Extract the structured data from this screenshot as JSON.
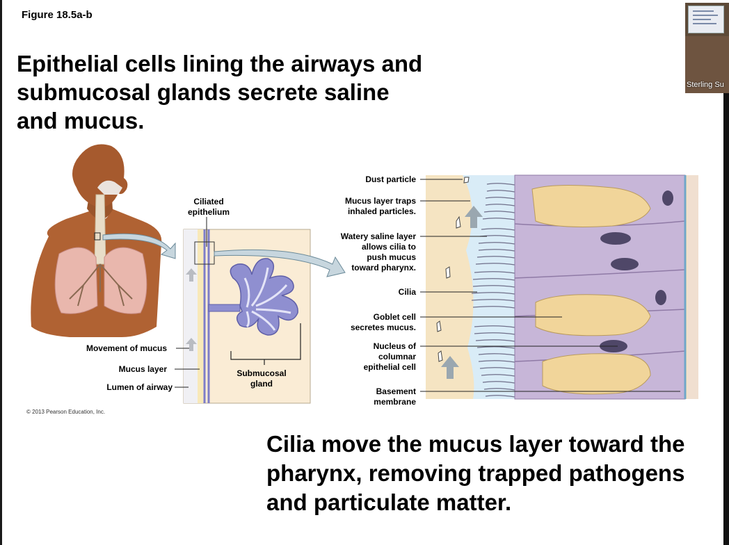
{
  "slide": {
    "figure_label": "Figure 18.5a-b",
    "headline": "Epithelial cells lining the airways and submucosal glands secrete saline and mucus.",
    "conclusion": "Cilia move the mucus layer toward the pharynx, removing trapped pathogens and particulate matter.",
    "credit": "© 2013 Pearson Education, Inc."
  },
  "panel_a": {
    "ciliated_epithelium": "Ciliated\nepithelium",
    "movement_of_mucus": "Movement of mucus",
    "mucus_layer": "Mucus layer",
    "lumen_of_airway": "Lumen of airway",
    "submucosal_gland": "Submucosal\ngland"
  },
  "panel_b": {
    "dust_particle": "Dust particle",
    "mucus_traps": "Mucus layer traps\ninhaled particles.",
    "watery_saline": "Watery saline layer\nallows cilia to\npush mucus\ntoward pharynx.",
    "cilia": "Cilia",
    "goblet_cell": "Goblet cell\nsecretes mucus.",
    "nucleus": "Nucleus of\ncolumnar\nepithelial cell",
    "basement_membrane": "Basement\nmembrane"
  },
  "video_tile": {
    "participant_name": "Sterling Su"
  },
  "colors": {
    "skin": "#b56a3c",
    "gland": "#8f8fd0",
    "cell": "#c7b6d8",
    "goblet": "#f1d59a",
    "mucus": "#f6e3c4",
    "saline": "#d6eaf6"
  }
}
